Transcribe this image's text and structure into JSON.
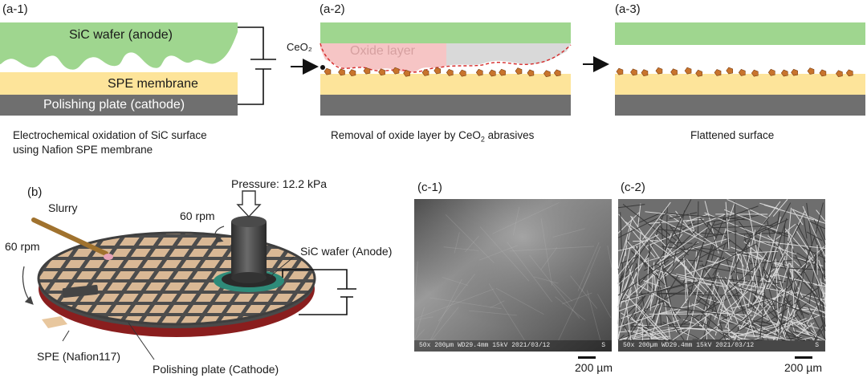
{
  "panels": {
    "a1": {
      "tag": "(a-1)",
      "wafer": "SiC wafer (anode)",
      "membrane": "SPE membrane",
      "plate": "Polishing plate (cathode)",
      "caption_line1": "Electrochemical oxidation of SiC surface",
      "caption_line2": "using Nafion SPE membrane"
    },
    "a2": {
      "tag": "(a-2)",
      "abrasive": "CeO₂",
      "oxide": "Oxide layer",
      "caption_prefix": "Removal of oxide layer by CeO",
      "caption_sub": "2",
      "caption_suffix": " abrasives"
    },
    "a3": {
      "tag": "(a-3)",
      "caption": "Flattened surface"
    },
    "b": {
      "tag": "(b)",
      "pressure": "Pressure: 12.2 kPa",
      "rpm_wafer": "60 rpm",
      "rpm_plate": "60 rpm",
      "slurry": "Slurry",
      "wafer": "SiC wafer (Anode)",
      "spe": "SPE (Nafion117)",
      "plate": "Polishing plate (Cathode)"
    },
    "c1": {
      "tag": "(c-1)",
      "sem_info": "50x  200µm  WD29.4mm  15kV  2021/03/12",
      "sem_mark": "S",
      "scale": "200 µm"
    },
    "c2": {
      "tag": "(c-2)",
      "sem_info": "50x  200µm  WD29.4mm  15kV  2021/03/12",
      "sem_mark": "S",
      "scale": "200 µm"
    }
  },
  "colors": {
    "wafer": "#9fd68f",
    "membrane": "#fde49a",
    "plate": "#6f6f6f",
    "oxide": "#f6c5c5",
    "abrasive": "#c8742d",
    "disk_tile": "#d9b895",
    "disk_grid": "#4c4c4c",
    "disk_base": "#8a1e1e",
    "holder": "#3b3b3b",
    "ring": "#2e8b79"
  }
}
